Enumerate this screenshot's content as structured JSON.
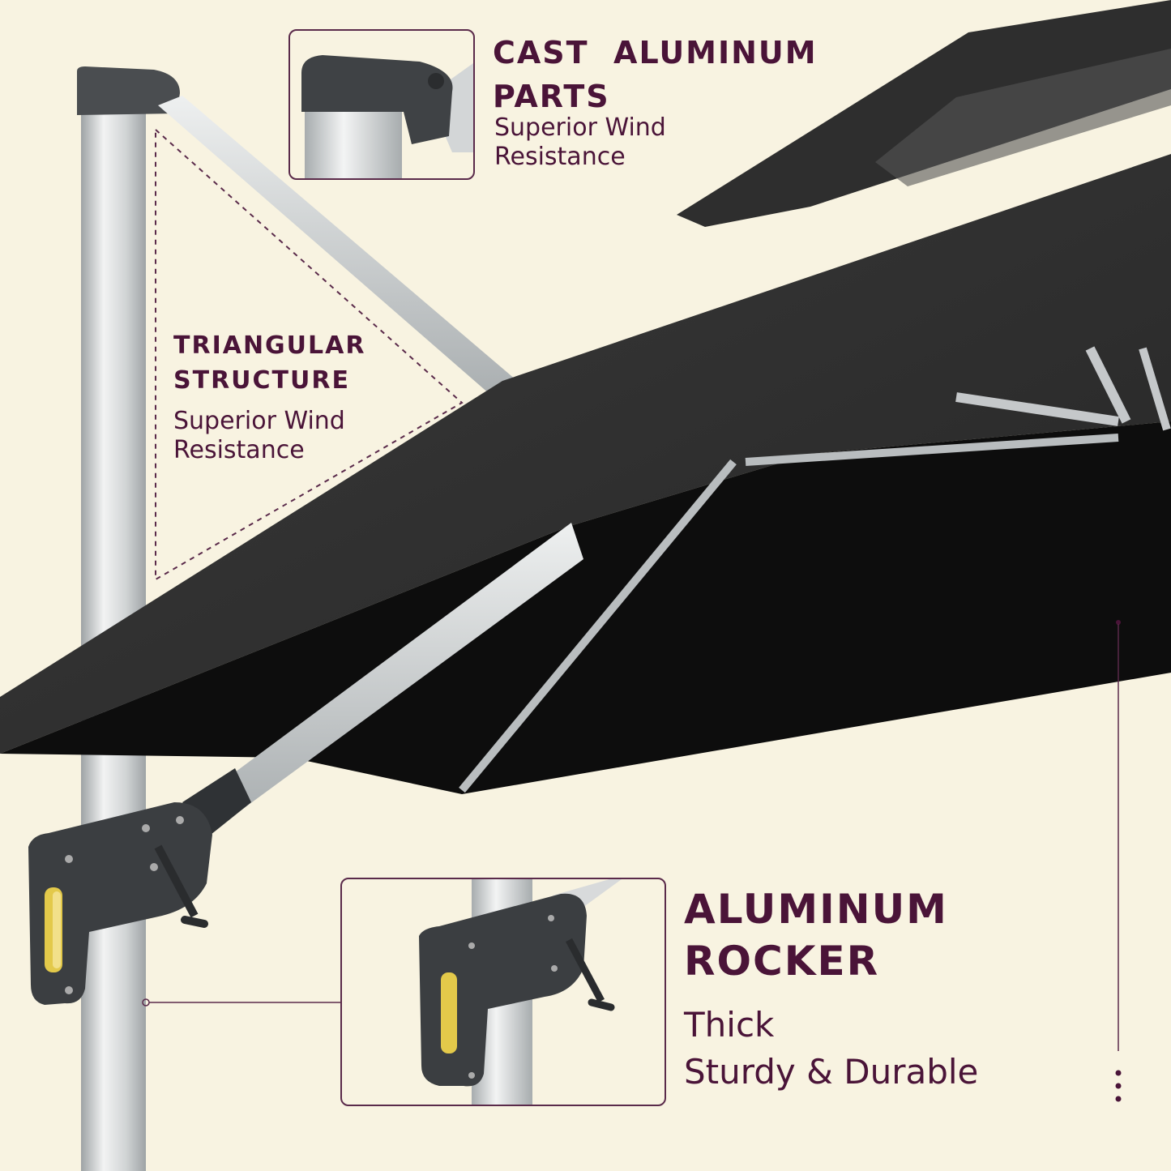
{
  "features": {
    "cast_aluminum": {
      "title_lines": [
        "CAST  ALUMINUM",
        "PARTS"
      ],
      "subtitle_lines": [
        "Superior Wind",
        "Resistance"
      ]
    },
    "triangular": {
      "title_lines": [
        "TRIANGULAR",
        "STRUCTURE"
      ],
      "subtitle_lines": [
        "Superior Wind",
        "Resistance"
      ]
    },
    "rocker": {
      "title_lines": [
        "ALUMINUM",
        "ROCKER"
      ],
      "subtitle_lines": [
        "Thick",
        "Sturdy & Durable"
      ]
    }
  },
  "colors": {
    "background": "#f8f3e1",
    "accent_text": "#4a1438",
    "canopy": "#2a2a2a",
    "pole": "#d6d8d8"
  }
}
